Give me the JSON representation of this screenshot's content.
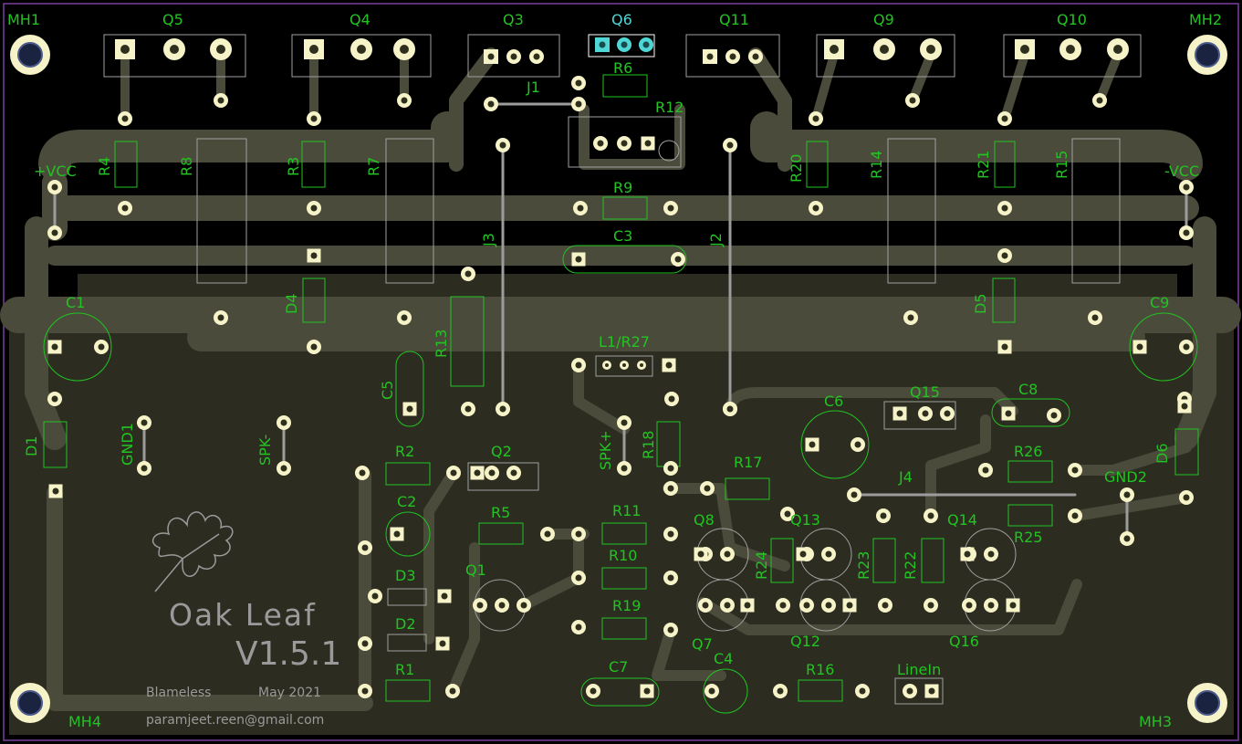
{
  "board": {
    "title": "Oak Leaf",
    "version": "V1.5.1",
    "design": "Blameless",
    "date": "May 2021",
    "email": "paramjeet.reen@gmail.com"
  },
  "colors": {
    "background": "#000000",
    "ground_pour": "#2c2c21",
    "trace": "#4b4b3b",
    "pad": "#f7f3c8",
    "hole": "#2f2f1e",
    "silk_text": "#22c322",
    "outline": "#22c322",
    "fab_outline": "#9d9d9d",
    "logo": "#9a9a9a",
    "selected": "#4fd6d6",
    "edge": "#7a3fa0"
  },
  "labels": {
    "mh1": "MH1",
    "mh2": "MH2",
    "mh3": "MH3",
    "mh4": "MH4",
    "q5": "Q5",
    "q4": "Q4",
    "q3": "Q3",
    "q6": "Q6",
    "q11": "Q11",
    "q9": "Q9",
    "q10": "Q10",
    "r6": "R6",
    "r12": "R12",
    "r9": "R9",
    "c3": "C3",
    "j1": "J1",
    "j2": "J2",
    "j3": "J3",
    "vccp": "+VCC",
    "vccn": "-VCC",
    "r4": "R4",
    "r8": "R8",
    "r3": "R3",
    "r7": "R7",
    "r20": "R20",
    "r14": "R14",
    "r21": "R21",
    "r15": "R15",
    "d4": "D4",
    "d5": "D5",
    "c1": "C1",
    "c9": "C9",
    "r13": "R13",
    "l1r27": "L1/R27",
    "c5": "C5",
    "c6": "C6",
    "q15": "Q15",
    "c8": "C8",
    "d1": "D1",
    "gnd1": "GND1",
    "spkn": "SPK-",
    "spkp": "SPK+",
    "r18": "R18",
    "r2": "R2",
    "q2": "Q2",
    "r17": "R17",
    "j4": "J4",
    "r26": "R26",
    "gnd2": "GND2",
    "d6": "D6",
    "c2": "C2",
    "r5": "R5",
    "r11": "R11",
    "q8": "Q8",
    "q13": "Q13",
    "q14": "Q14",
    "r25": "R25",
    "r10": "R10",
    "r24": "R24",
    "r23": "R23",
    "r22": "R22",
    "d3": "D3",
    "q1": "Q1",
    "r19": "R19",
    "q12": "Q12",
    "q16": "Q16",
    "d2": "D2",
    "c7": "C7",
    "q7": "Q7",
    "c4": "C4",
    "r16": "R16",
    "linein": "LineIn",
    "r1": "R1"
  }
}
